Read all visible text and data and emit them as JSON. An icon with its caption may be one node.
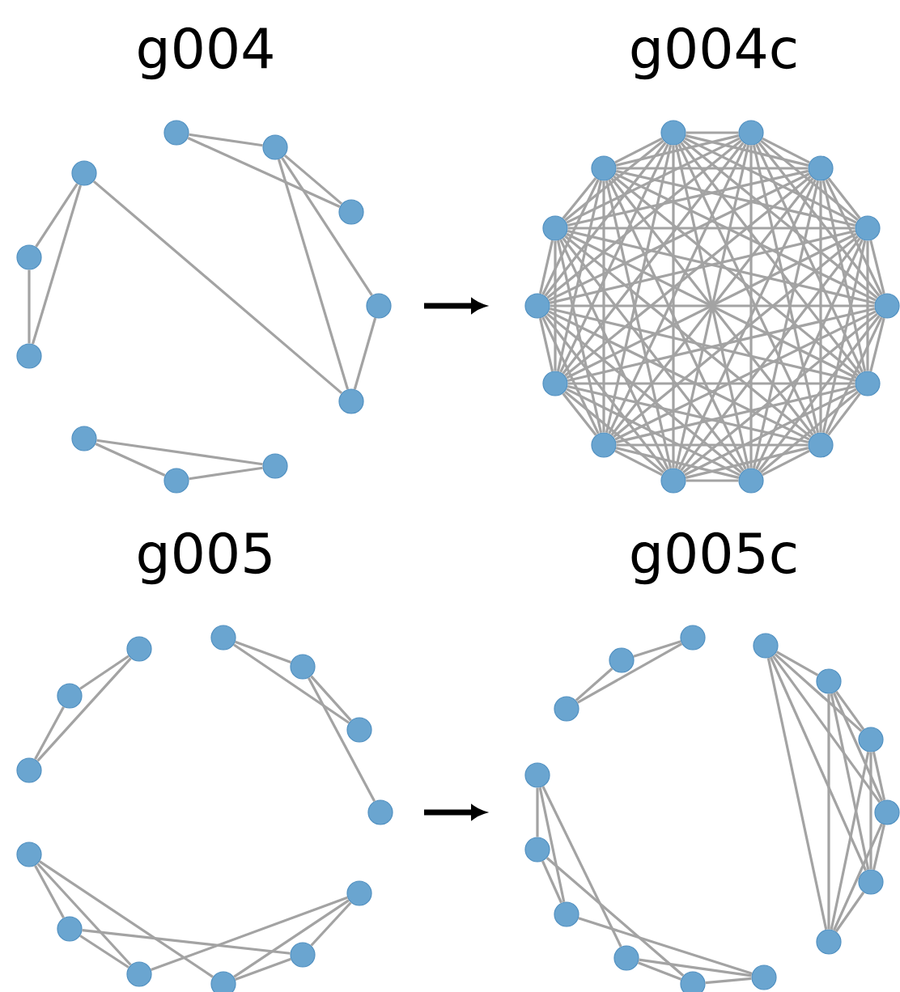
{
  "diagram": {
    "nodes": [
      {
        "text": [
          "g004"
        ]
      },
      {
        "text": [],
        "shape": "circle"
      },
      {
        "text": [],
        "shape": "circle"
      },
      {
        "text": [],
        "shape": "circle"
      },
      {
        "text": [],
        "shape": "circle"
      },
      {
        "text": [],
        "shape": "circle"
      },
      {
        "text": [],
        "shape": "circle"
      },
      {
        "text": [],
        "shape": "circle"
      },
      {
        "text": [],
        "shape": "circle"
      },
      {
        "text": [],
        "shape": "circle"
      },
      {
        "text": [],
        "shape": "circle"
      },
      {
        "text": [],
        "shape": "circle"
      },
      {
        "text": [
          "g004c"
        ]
      },
      {
        "text": [],
        "shape": "circle"
      },
      {
        "text": [],
        "shape": "circle"
      },
      {
        "text": [],
        "shape": "circle"
      },
      {
        "text": [],
        "shape": "circle"
      },
      {
        "text": [],
        "shape": "circle"
      },
      {
        "text": [],
        "shape": "circle"
      },
      {
        "text": [],
        "shape": "circle"
      },
      {
        "text": [],
        "shape": "circle"
      },
      {
        "text": [],
        "shape": "circle"
      },
      {
        "text": [],
        "shape": "circle"
      },
      {
        "text": [],
        "shape": "circle"
      },
      {
        "text": [],
        "shape": "circle"
      },
      {
        "text": [],
        "shape": "circle"
      },
      {
        "text": [],
        "shape": "circle"
      },
      {
        "text": [
          "g005"
        ]
      },
      {
        "text": [],
        "shape": "circle"
      },
      {
        "text": [],
        "shape": "circle"
      },
      {
        "text": [],
        "shape": "circle"
      },
      {
        "text": [],
        "shape": "circle"
      },
      {
        "text": [],
        "shape": "circle"
      },
      {
        "text": [],
        "shape": "circle"
      },
      {
        "text": [],
        "shape": "circle"
      },
      {
        "text": [],
        "shape": "circle"
      },
      {
        "text": [],
        "shape": "circle"
      },
      {
        "text": [],
        "shape": "circle"
      },
      {
        "text": [],
        "shape": "circle"
      },
      {
        "text": [],
        "shape": "circle"
      },
      {
        "text": [],
        "shape": "circle"
      },
      {
        "text": [
          "g005c"
        ]
      },
      {
        "text": [],
        "shape": "circle"
      },
      {
        "text": [],
        "shape": "circle"
      },
      {
        "text": [],
        "shape": "circle"
      },
      {
        "text": [],
        "shape": "circle"
      },
      {
        "text": [],
        "shape": "circle"
      },
      {
        "text": [],
        "shape": "circle"
      },
      {
        "text": [],
        "shape": "circle"
      },
      {
        "text": [],
        "shape": "circle"
      },
      {
        "text": [],
        "shape": "circle"
      },
      {
        "text": [],
        "shape": "circle"
      },
      {
        "text": [],
        "shape": "circle"
      },
      {
        "text": [],
        "shape": "circle"
      },
      {
        "text": [],
        "shape": "circle"
      },
      {
        "text": [],
        "shape": "circle"
      },
      {
        "text": [],
        "shape": "circle"
      }
    ],
    "edges": [
      {
        "from": 1,
        "to": 2,
        "arrow": "none"
      },
      {
        "from": 1,
        "to": 3,
        "arrow": "none"
      },
      {
        "from": 2,
        "to": 3,
        "arrow": "none"
      },
      {
        "from": 2,
        "to": 4,
        "arrow": "none"
      },
      {
        "from": 2,
        "to": 5,
        "arrow": "none"
      },
      {
        "from": 4,
        "to": 5,
        "arrow": "none"
      },
      {
        "from": 11,
        "to": 5,
        "arrow": "none"
      },
      {
        "from": 11,
        "to": 10,
        "arrow": "none"
      },
      {
        "from": 11,
        "to": 9,
        "arrow": "none"
      },
      {
        "from": 10,
        "to": 9,
        "arrow": "none"
      },
      {
        "from": 8,
        "to": 7,
        "arrow": "none"
      },
      {
        "from": 8,
        "to": 6,
        "arrow": "none"
      },
      {
        "from": 7,
        "to": 6,
        "arrow": "none"
      },
      {
        "from": 13,
        "to": 14,
        "arrow": "none"
      },
      {
        "from": 13,
        "to": 15,
        "arrow": "none"
      },
      {
        "from": 13,
        "to": 16,
        "arrow": "none"
      },
      {
        "from": 13,
        "to": 17,
        "arrow": "none"
      },
      {
        "from": 13,
        "to": 18,
        "arrow": "none"
      },
      {
        "from": 13,
        "to": 19,
        "arrow": "none"
      },
      {
        "from": 13,
        "to": 20,
        "arrow": "none"
      },
      {
        "from": 13,
        "to": 21,
        "arrow": "none"
      },
      {
        "from": 13,
        "to": 22,
        "arrow": "none"
      },
      {
        "from": 13,
        "to": 23,
        "arrow": "none"
      },
      {
        "from": 13,
        "to": 24,
        "arrow": "none"
      },
      {
        "from": 13,
        "to": 25,
        "arrow": "none"
      },
      {
        "from": 13,
        "to": 26,
        "arrow": "none"
      },
      {
        "from": 14,
        "to": 15,
        "arrow": "none"
      },
      {
        "from": 14,
        "to": 16,
        "arrow": "none"
      },
      {
        "from": 14,
        "to": 17,
        "arrow": "none"
      },
      {
        "from": 14,
        "to": 18,
        "arrow": "none"
      },
      {
        "from": 14,
        "to": 19,
        "arrow": "none"
      },
      {
        "from": 14,
        "to": 20,
        "arrow": "none"
      },
      {
        "from": 14,
        "to": 21,
        "arrow": "none"
      },
      {
        "from": 14,
        "to": 22,
        "arrow": "none"
      },
      {
        "from": 14,
        "to": 23,
        "arrow": "none"
      },
      {
        "from": 14,
        "to": 24,
        "arrow": "none"
      },
      {
        "from": 14,
        "to": 25,
        "arrow": "none"
      },
      {
        "from": 14,
        "to": 26,
        "arrow": "none"
      },
      {
        "from": 15,
        "to": 16,
        "arrow": "none"
      },
      {
        "from": 15,
        "to": 17,
        "arrow": "none"
      },
      {
        "from": 15,
        "to": 18,
        "arrow": "none"
      },
      {
        "from": 15,
        "to": 19,
        "arrow": "none"
      },
      {
        "from": 15,
        "to": 20,
        "arrow": "none"
      },
      {
        "from": 15,
        "to": 21,
        "arrow": "none"
      },
      {
        "from": 15,
        "to": 22,
        "arrow": "none"
      },
      {
        "from": 15,
        "to": 23,
        "arrow": "none"
      },
      {
        "from": 15,
        "to": 24,
        "arrow": "none"
      },
      {
        "from": 15,
        "to": 25,
        "arrow": "none"
      },
      {
        "from": 15,
        "to": 26,
        "arrow": "none"
      },
      {
        "from": 16,
        "to": 17,
        "arrow": "none"
      },
      {
        "from": 16,
        "to": 18,
        "arrow": "none"
      },
      {
        "from": 16,
        "to": 19,
        "arrow": "none"
      },
      {
        "from": 16,
        "to": 20,
        "arrow": "none"
      },
      {
        "from": 16,
        "to": 21,
        "arrow": "none"
      },
      {
        "from": 16,
        "to": 22,
        "arrow": "none"
      },
      {
        "from": 16,
        "to": 23,
        "arrow": "none"
      },
      {
        "from": 16,
        "to": 24,
        "arrow": "none"
      },
      {
        "from": 16,
        "to": 25,
        "arrow": "none"
      },
      {
        "from": 16,
        "to": 26,
        "arrow": "none"
      },
      {
        "from": 17,
        "to": 18,
        "arrow": "none"
      },
      {
        "from": 17,
        "to": 19,
        "arrow": "none"
      },
      {
        "from": 17,
        "to": 20,
        "arrow": "none"
      },
      {
        "from": 17,
        "to": 21,
        "arrow": "none"
      },
      {
        "from": 17,
        "to": 22,
        "arrow": "none"
      },
      {
        "from": 17,
        "to": 23,
        "arrow": "none"
      },
      {
        "from": 17,
        "to": 24,
        "arrow": "none"
      },
      {
        "from": 17,
        "to": 25,
        "arrow": "none"
      },
      {
        "from": 17,
        "to": 26,
        "arrow": "none"
      },
      {
        "from": 18,
        "to": 19,
        "arrow": "none"
      },
      {
        "from": 18,
        "to": 20,
        "arrow": "none"
      },
      {
        "from": 18,
        "to": 21,
        "arrow": "none"
      },
      {
        "from": 18,
        "to": 22,
        "arrow": "none"
      },
      {
        "from": 18,
        "to": 23,
        "arrow": "none"
      },
      {
        "from": 18,
        "to": 24,
        "arrow": "none"
      },
      {
        "from": 18,
        "to": 25,
        "arrow": "none"
      },
      {
        "from": 18,
        "to": 26,
        "arrow": "none"
      },
      {
        "from": 19,
        "to": 20,
        "arrow": "none"
      },
      {
        "from": 19,
        "to": 21,
        "arrow": "none"
      },
      {
        "from": 19,
        "to": 22,
        "arrow": "none"
      },
      {
        "from": 19,
        "to": 23,
        "arrow": "none"
      },
      {
        "from": 19,
        "to": 24,
        "arrow": "none"
      },
      {
        "from": 19,
        "to": 25,
        "arrow": "none"
      },
      {
        "from": 19,
        "to": 26,
        "arrow": "none"
      },
      {
        "from": 20,
        "to": 21,
        "arrow": "none"
      },
      {
        "from": 20,
        "to": 22,
        "arrow": "none"
      },
      {
        "from": 20,
        "to": 23,
        "arrow": "none"
      },
      {
        "from": 20,
        "to": 24,
        "arrow": "none"
      },
      {
        "from": 20,
        "to": 25,
        "arrow": "none"
      },
      {
        "from": 20,
        "to": 26,
        "arrow": "none"
      },
      {
        "from": 21,
        "to": 22,
        "arrow": "none"
      },
      {
        "from": 21,
        "to": 23,
        "arrow": "none"
      },
      {
        "from": 21,
        "to": 24,
        "arrow": "none"
      },
      {
        "from": 21,
        "to": 25,
        "arrow": "none"
      },
      {
        "from": 21,
        "to": 26,
        "arrow": "none"
      },
      {
        "from": 22,
        "to": 23,
        "arrow": "none"
      },
      {
        "from": 22,
        "to": 24,
        "arrow": "none"
      },
      {
        "from": 22,
        "to": 25,
        "arrow": "none"
      },
      {
        "from": 22,
        "to": 26,
        "arrow": "none"
      },
      {
        "from": 23,
        "to": 24,
        "arrow": "none"
      },
      {
        "from": 23,
        "to": 25,
        "arrow": "none"
      },
      {
        "from": 23,
        "to": 26,
        "arrow": "none"
      },
      {
        "from": 24,
        "to": 25,
        "arrow": "none"
      },
      {
        "from": 24,
        "to": 26,
        "arrow": "none"
      },
      {
        "from": 25,
        "to": 26,
        "arrow": "none"
      },
      {
        "from": 28,
        "to": 29,
        "arrow": "none"
      },
      {
        "from": 28,
        "to": 30,
        "arrow": "none"
      },
      {
        "from": 29,
        "to": 30,
        "arrow": "none"
      },
      {
        "from": 31,
        "to": 32,
        "arrow": "none"
      },
      {
        "from": 31,
        "to": 33,
        "arrow": "none"
      },
      {
        "from": 32,
        "to": 33,
        "arrow": "none"
      },
      {
        "from": 32,
        "to": 34,
        "arrow": "none"
      },
      {
        "from": 35,
        "to": 36,
        "arrow": "none"
      },
      {
        "from": 35,
        "to": 37,
        "arrow": "none"
      },
      {
        "from": 35,
        "to": 38,
        "arrow": "none"
      },
      {
        "from": 36,
        "to": 37,
        "arrow": "none"
      },
      {
        "from": 36,
        "to": 39,
        "arrow": "none"
      },
      {
        "from": 37,
        "to": 40,
        "arrow": "none"
      },
      {
        "from": 38,
        "to": 39,
        "arrow": "none"
      },
      {
        "from": 38,
        "to": 40,
        "arrow": "none"
      },
      {
        "from": 39,
        "to": 40,
        "arrow": "none"
      },
      {
        "from": 42,
        "to": 43,
        "arrow": "none"
      },
      {
        "from": 42,
        "to": 44,
        "arrow": "none"
      },
      {
        "from": 43,
        "to": 44,
        "arrow": "none"
      },
      {
        "from": 45,
        "to": 46,
        "arrow": "none"
      },
      {
        "from": 45,
        "to": 47,
        "arrow": "none"
      },
      {
        "from": 45,
        "to": 48,
        "arrow": "none"
      },
      {
        "from": 45,
        "to": 49,
        "arrow": "none"
      },
      {
        "from": 45,
        "to": 50,
        "arrow": "none"
      },
      {
        "from": 46,
        "to": 47,
        "arrow": "none"
      },
      {
        "from": 46,
        "to": 48,
        "arrow": "none"
      },
      {
        "from": 46,
        "to": 49,
        "arrow": "none"
      },
      {
        "from": 46,
        "to": 50,
        "arrow": "none"
      },
      {
        "from": 47,
        "to": 48,
        "arrow": "none"
      },
      {
        "from": 47,
        "to": 49,
        "arrow": "none"
      },
      {
        "from": 47,
        "to": 50,
        "arrow": "none"
      },
      {
        "from": 48,
        "to": 49,
        "arrow": "none"
      },
      {
        "from": 48,
        "to": 50,
        "arrow": "none"
      },
      {
        "from": 49,
        "to": 50,
        "arrow": "none"
      },
      {
        "from": 56,
        "to": 55,
        "arrow": "none"
      },
      {
        "from": 56,
        "to": 54,
        "arrow": "none"
      },
      {
        "from": 56,
        "to": 53,
        "arrow": "none"
      },
      {
        "from": 55,
        "to": 54,
        "arrow": "none"
      },
      {
        "from": 55,
        "to": 52,
        "arrow": "none"
      },
      {
        "from": 54,
        "to": 51,
        "arrow": "none"
      },
      {
        "from": 53,
        "to": 52,
        "arrow": "none"
      },
      {
        "from": 53,
        "to": 51,
        "arrow": "none"
      },
      {
        "from": 52,
        "to": 51,
        "arrow": "none"
      }
    ]
  }
}
